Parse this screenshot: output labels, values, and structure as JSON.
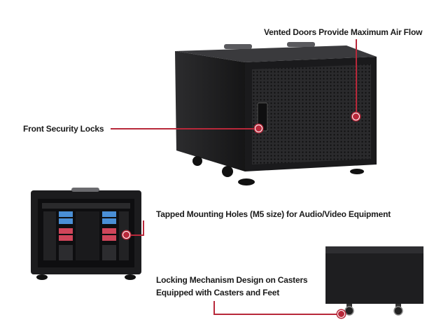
{
  "callouts": {
    "vented_doors": "Vented Doors Provide Maximum Air Flow",
    "front_locks": "Front Security Locks",
    "tapped_holes": "Tapped Mounting Holes (M5 size) for Audio/Video Equipment",
    "casters_line1": "Locking Mechanism Design on Casters",
    "casters_line2": "Equipped with Casters and Feet"
  },
  "colors": {
    "accent": "#b8283a",
    "cabinet": "#1c1c1e",
    "drive_blue": "#4a8fd6",
    "drive_red": "#d0455a"
  }
}
